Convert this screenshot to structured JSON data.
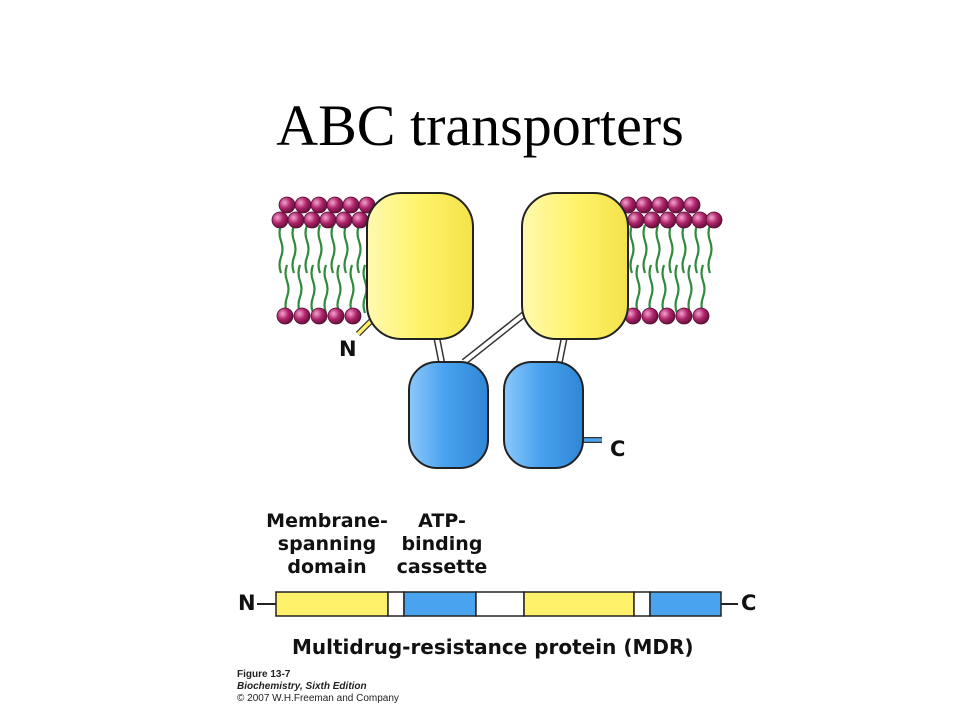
{
  "title": "ABC transporters",
  "diagram": {
    "n_terminus": "N",
    "c_terminus": "C"
  },
  "domain_bar": {
    "membrane_label": [
      "Membrane-",
      "spanning",
      "domain"
    ],
    "atp_label": [
      "ATP-",
      "binding",
      "cassette"
    ],
    "n_label": "N",
    "c_label": "C",
    "caption": "Multidrug-resistance protein (MDR)"
  },
  "credit": {
    "figure": "Figure 13-7",
    "book": "Biochemistry, Sixth Edition",
    "copyright": "© 2007 W.H.Freeman and Company"
  },
  "colors": {
    "membrane_domain": "#fff16a",
    "atp_domain": "#4aa3ee",
    "lipid_head": "#b0246c",
    "lipid_tail": "#2f8a3c",
    "linker": "#ffffff"
  }
}
